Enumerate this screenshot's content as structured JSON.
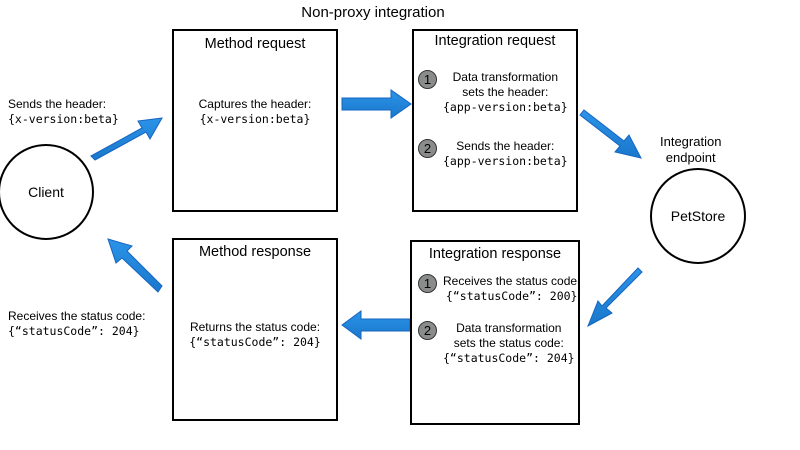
{
  "title": "Non-proxy integration",
  "nodes": {
    "client": "Client",
    "petstore": "PetStore",
    "integration_endpoint": "Integration\nendpoint"
  },
  "client_request": {
    "text": "Sends the header:",
    "code": "{x-version:beta}"
  },
  "client_response": {
    "text": "Receives the status code:",
    "code": "{“statusCode”: 204}"
  },
  "method_request": {
    "title": "Method request",
    "text": "Captures the header:",
    "code": "{x-version:beta}"
  },
  "integration_request": {
    "title": "Integration request",
    "steps": [
      {
        "num": "1",
        "text": "Data transformation\nsets the header:",
        "code": "{app-version:beta}"
      },
      {
        "num": "2",
        "text": "Sends the header:",
        "code": "{app-version:beta}"
      }
    ]
  },
  "method_response": {
    "title": "Method response",
    "text": "Returns the status code:",
    "code": "{“statusCode”: 204}"
  },
  "integration_response": {
    "title": "Integration response",
    "steps": [
      {
        "num": "1",
        "text": "Receives the status code:",
        "code": "{“statusCode”: 200}"
      },
      {
        "num": "2",
        "text": "Data transformation\nsets the status code:",
        "code": "{“statusCode”: 204}"
      }
    ]
  },
  "colors": {
    "arrow": "#1e88e5",
    "arrow_outline": "#1565c0",
    "badge": "#8a8c8c"
  }
}
